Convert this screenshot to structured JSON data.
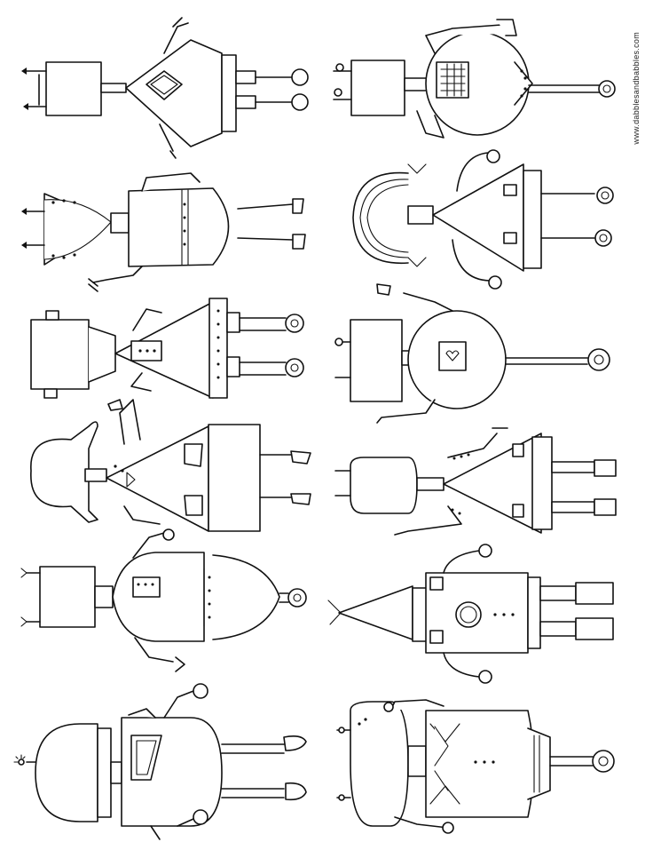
{
  "page": {
    "credit": "www.dabblesandbabbles.com"
  },
  "robots": [
    {
      "id": 1,
      "column": "left",
      "row": 1
    },
    {
      "id": 2,
      "column": "right",
      "row": 1
    },
    {
      "id": 3,
      "column": "left",
      "row": 2
    },
    {
      "id": 4,
      "column": "right",
      "row": 2
    },
    {
      "id": 5,
      "column": "left",
      "row": 3
    },
    {
      "id": 6,
      "column": "right",
      "row": 3
    },
    {
      "id": 7,
      "column": "left",
      "row": 4
    },
    {
      "id": 8,
      "column": "right",
      "row": 4
    },
    {
      "id": 9,
      "column": "left",
      "row": 5
    },
    {
      "id": 10,
      "column": "right",
      "row": 5
    },
    {
      "id": 11,
      "column": "left",
      "row": 6
    },
    {
      "id": 12,
      "column": "right",
      "row": 6
    }
  ],
  "colors": {
    "line": "#111111",
    "paper": "#ffffff"
  }
}
